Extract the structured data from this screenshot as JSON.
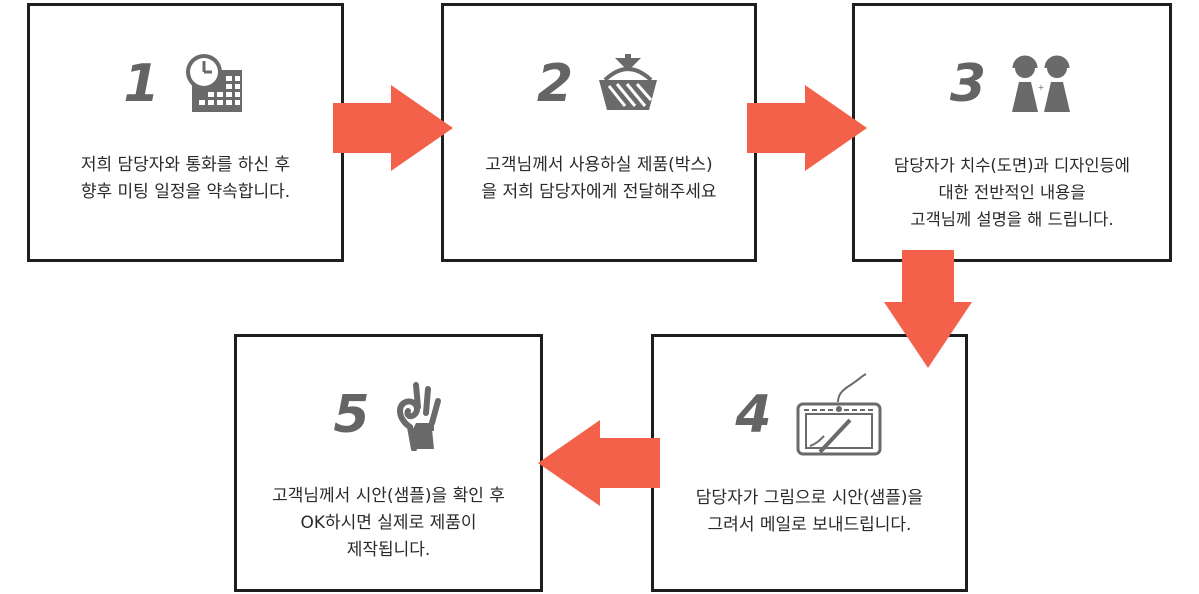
{
  "colors": {
    "arrow": "#f4614a",
    "icon": "#666666",
    "border": "#1e1e1e",
    "number": "#646464"
  },
  "steps": [
    {
      "number": "1",
      "icon": "clock-calendar-icon",
      "lines": [
        "저희 담당자와 통화를 하신 후",
        "향후 미팅 일정을 약속합니다."
      ]
    },
    {
      "number": "2",
      "icon": "product-basket-icon",
      "lines": [
        "고객님께서 사용하실 제품(박스)",
        "을 저희 담당자에게 전달해주세요"
      ]
    },
    {
      "number": "3",
      "icon": "consultants-headset-icon",
      "lines": [
        "담당자가 치수(도면)과 디자인등에",
        "대한 전반적인 내용을",
        "고객님께 설명을 해 드립니다."
      ]
    },
    {
      "number": "4",
      "icon": "drawing-tablet-icon",
      "lines": [
        "담당자가 그림으로 시안(샘플)을",
        "그려서 메일로 보내드립니다."
      ]
    },
    {
      "number": "5",
      "icon": "ok-hand-icon",
      "lines": [
        "고객님께서 시안(샘플)을 확인 후",
        "OK하시면 실제로 제품이",
        "제작됩니다."
      ]
    }
  ]
}
